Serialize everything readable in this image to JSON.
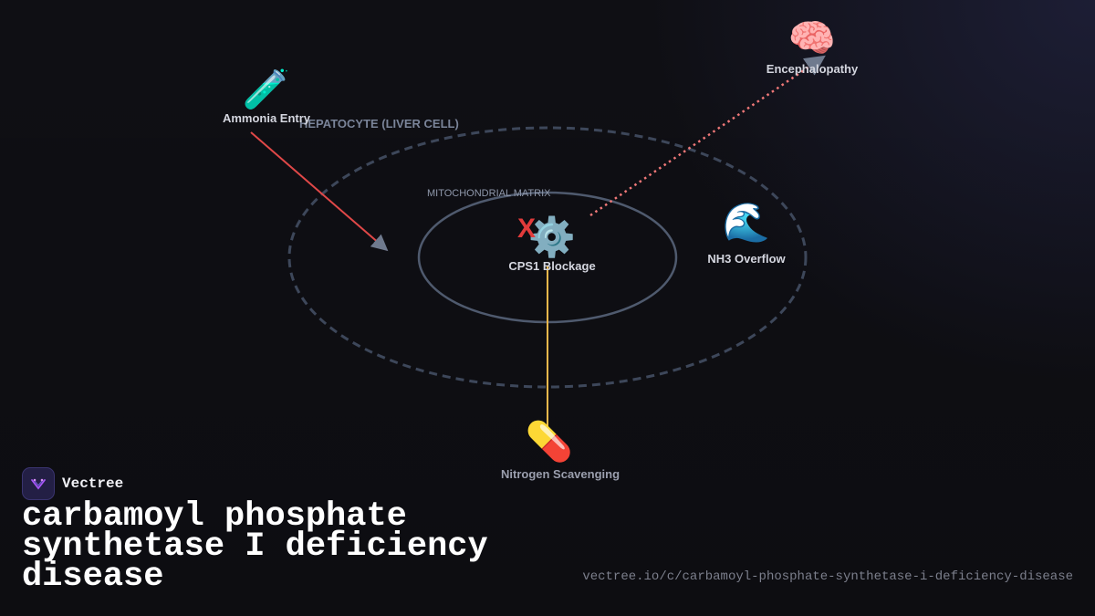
{
  "brand": {
    "name": "Vectree",
    "logo_icon": "vectree-logo-icon"
  },
  "title": "carbamoyl phosphate synthetase I deficiency disease",
  "url": "vectree.io/c/carbamoyl-phosphate-synthetase-i-deficiency-disease",
  "diagram": {
    "regions": {
      "hepatocyte": "HEPATOCYTE (LIVER CELL)",
      "mitochondria": "MITOCHONDRIAL MATRIX"
    },
    "nodes": {
      "ammonia": {
        "label": "Ammonia Entry",
        "icon": "🧪",
        "icon_name": "test-tube-icon"
      },
      "cps1": {
        "label": "CPS1 Blockage",
        "icon": "⚙️",
        "icon_name": "gear-icon",
        "marker": "X"
      },
      "overflow": {
        "label": "NH3 Overflow",
        "icon": "🌊",
        "icon_name": "wave-icon"
      },
      "encephalopathy": {
        "label": "Encephalopathy",
        "icon": "🧠",
        "icon_name": "brain-icon"
      },
      "scavenging": {
        "label": "Nitrogen Scavenging",
        "icon": "💊",
        "icon_name": "pill-icon"
      }
    },
    "colors": {
      "ammonia_arrow": "#e04848",
      "encephalopathy_arrow": "#f07878",
      "scavenging_line": "#f2b84b",
      "membrane": "#3d475a",
      "matrix": "#4f5a6e",
      "marker": "#e23b3b"
    }
  }
}
